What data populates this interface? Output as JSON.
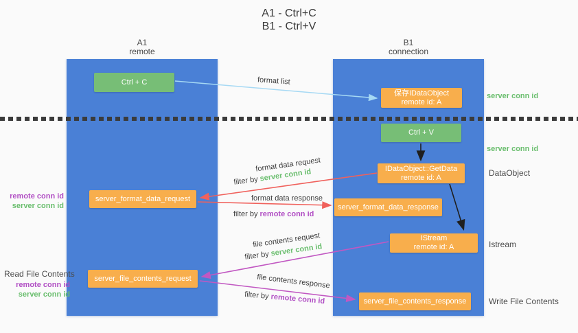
{
  "title": {
    "line1": "A1 - Ctrl+C",
    "line2": "B1 - Ctrl+V"
  },
  "lanes": {
    "left": {
      "name": "A1",
      "role": "remote"
    },
    "right": {
      "name": "B1",
      "role": "connection"
    }
  },
  "nodes": {
    "ctrl_c": "Ctrl + C",
    "save_idataobject": {
      "line1": "保存IDataObject",
      "line2": "remote id: A"
    },
    "ctrl_v": "Ctrl + V",
    "getdata": {
      "line1": "IDataObject::GetData",
      "line2": "remote id: A"
    },
    "format_request": "server_format_data_request",
    "format_response": "server_format_data_response",
    "istream": {
      "line1": "IStream",
      "line2": "remote id: A"
    },
    "file_request": "server_file_contents_request",
    "file_response": "server_file_contents_response"
  },
  "annotations": {
    "right_server_conn_top": "server conn id",
    "right_server_conn_mid": "server conn id",
    "right_dataobject": "DataObject",
    "right_istream": "Istream",
    "right_write_file": "Write File Contents",
    "left_format_remote": "remote conn id",
    "left_format_server": "server conn id",
    "left_read_file": "Read File Contents",
    "left_file_remote": "remote conn id",
    "left_file_server": "server conn id"
  },
  "edge_labels": {
    "format_list": "format list",
    "format_data_request": "format data request",
    "filter_by_server_1": {
      "prefix": "filter by ",
      "id": "server conn id"
    },
    "format_data_response": "format data response",
    "filter_by_remote_1": {
      "prefix": "filter by ",
      "id": "remote conn id"
    },
    "file_contents_request": "file contents request",
    "filter_by_server_2": {
      "prefix": "filter by ",
      "id": "server conn id"
    },
    "file_contents_response": "file contents response",
    "filter_by_remote_2": {
      "prefix": "filter by ",
      "id": "remote conn id"
    }
  },
  "colors": {
    "lane_blue": "#4a80d6",
    "node_green": "#77be76",
    "node_orange": "#f8ae4c",
    "arrow_lightblue": "#a6d9f4",
    "arrow_red": "#f0615c",
    "arrow_magenta": "#c158c2",
    "arrow_black": "#1f1f1f",
    "text_green": "#6abe6e",
    "text_purple": "#b14fc4"
  }
}
